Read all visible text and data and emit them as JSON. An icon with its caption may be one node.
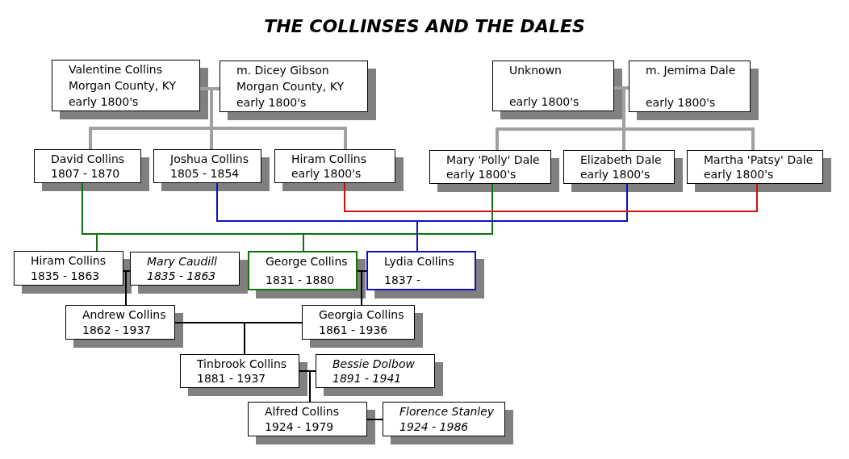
{
  "diagram": {
    "title": "THE COLLINSES AND THE DALES",
    "nodes": [
      {
        "text": [
          "Valentine Collins",
          "Morgan County, KY",
          "early 1800's"
        ]
      },
      {
        "text": [
          "m. Dicey Gibson",
          "Morgan County, KY",
          "early 1800's"
        ]
      },
      {
        "text": [
          "Unknown",
          "early 1800's"
        ]
      },
      {
        "text": [
          "m. Jemima Dale",
          "early 1800's"
        ]
      },
      {
        "text": [
          "David Collins",
          "1807 - 1870"
        ]
      },
      {
        "text": [
          "Joshua Collins",
          "1805 - 1854"
        ]
      },
      {
        "text": [
          "Hiram Collins",
          "early 1800's"
        ]
      },
      {
        "text": [
          "Mary 'Polly' Dale",
          "early 1800's"
        ]
      },
      {
        "text": [
          "Elizabeth Dale",
          "early 1800's"
        ]
      },
      {
        "text": [
          "Martha 'Patsy' Dale",
          "early 1800's"
        ]
      },
      {
        "text": [
          "Hiram Collins",
          "1835 - 1863"
        ]
      },
      {
        "text": [
          "Mary Caudill",
          "1835 - 1863"
        ]
      },
      {
        "text": [
          "George Collins",
          "1831 - 1880"
        ]
      },
      {
        "text": [
          "Lydia Collins",
          "1837 -"
        ]
      },
      {
        "text": [
          "Andrew Collins",
          "1862 - 1937"
        ]
      },
      {
        "text": [
          "Georgia Collins",
          "1861 - 1936"
        ]
      },
      {
        "text": [
          "Tinbrook Collins",
          "1881 - 1937"
        ]
      },
      {
        "text": [
          "Bessie Dolbow",
          "1891 - 1941"
        ]
      },
      {
        "text": [
          "Alfred Collins",
          "1924 - 1979"
        ]
      },
      {
        "text": [
          "Florence Stanley",
          "1924 - 1986"
        ]
      }
    ],
    "edges": [
      {
        "from": 0,
        "to": 1,
        "arrow": "none",
        "style": "thick",
        "color": "#a0a0a0"
      },
      {
        "from": 0,
        "to": 4,
        "arrow": "none",
        "style": "thick",
        "color": "#a0a0a0"
      },
      {
        "from": 0,
        "to": 5,
        "arrow": "none",
        "style": "thick",
        "color": "#a0a0a0"
      },
      {
        "from": 0,
        "to": 6,
        "arrow": "none",
        "style": "thick",
        "color": "#a0a0a0"
      },
      {
        "from": 2,
        "to": 3,
        "arrow": "none",
        "style": "thick",
        "color": "#a0a0a0"
      },
      {
        "from": 2,
        "to": 7,
        "arrow": "none",
        "style": "thick",
        "color": "#a0a0a0"
      },
      {
        "from": 2,
        "to": 8,
        "arrow": "none",
        "style": "thick",
        "color": "#a0a0a0"
      },
      {
        "from": 2,
        "to": 9,
        "arrow": "none",
        "style": "thick",
        "color": "#a0a0a0"
      },
      {
        "from": 4,
        "to": 7,
        "arrow": "none",
        "color": "#107010"
      },
      {
        "from": 4,
        "to": 10,
        "arrow": "none",
        "color": "#107010"
      },
      {
        "from": 4,
        "to": 12,
        "arrow": "none",
        "color": "#107010"
      },
      {
        "from": 5,
        "to": 8,
        "arrow": "none",
        "color": "#1010c0"
      },
      {
        "from": 5,
        "to": 13,
        "arrow": "none",
        "color": "#1010c0"
      },
      {
        "from": 6,
        "to": 9,
        "arrow": "none",
        "color": "#d01010"
      },
      {
        "from": 10,
        "to": 11,
        "arrow": "none",
        "color": "#000000"
      },
      {
        "from": 10,
        "to": 14,
        "arrow": "none",
        "color": "#000000"
      },
      {
        "from": 12,
        "to": 13,
        "arrow": "none",
        "color": "#000000"
      },
      {
        "from": 12,
        "to": 15,
        "arrow": "none",
        "color": "#000000"
      },
      {
        "from": 14,
        "to": 15,
        "arrow": "none",
        "color": "#000000"
      },
      {
        "from": 14,
        "to": 16,
        "arrow": "none",
        "color": "#000000"
      },
      {
        "from": 16,
        "to": 17,
        "arrow": "none",
        "color": "#000000"
      },
      {
        "from": 16,
        "to": 18,
        "arrow": "none",
        "color": "#000000"
      },
      {
        "from": 18,
        "to": 19,
        "arrow": "none",
        "color": "#000000"
      }
    ]
  }
}
